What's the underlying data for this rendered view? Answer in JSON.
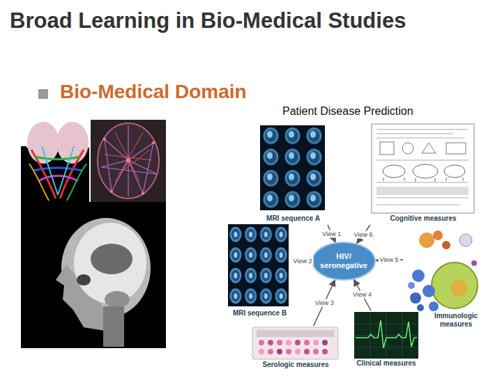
{
  "diagram": {
    "title": "Broad Learning in Bio-Medical Studies",
    "nodes": [
      {
        "text": [
          "MRI sequence A"
        ]
      },
      {
        "text": [
          "Cognitive measures"
        ]
      },
      {
        "text": [
          "MRI sequence B"
        ]
      },
      {
        "text": [
          "HIV/ seronegative"
        ]
      },
      {
        "text": [
          "Immunologic measures"
        ]
      },
      {
        "text": [
          "Serologic measures"
        ]
      },
      {
        "text": [
          "Clinical measures"
        ]
      }
    ],
    "edges": [
      {
        "from": 0,
        "to": 3,
        "label": "View 1",
        "arrow": "to"
      },
      {
        "from": 2,
        "to": 3,
        "label": "View 2",
        "arrow": "to"
      },
      {
        "from": 5,
        "to": 3,
        "label": "View 3",
        "arrow": "to"
      },
      {
        "from": 6,
        "to": 3,
        "label": "View 4",
        "arrow": "to"
      },
      {
        "from": 4,
        "to": 3,
        "label": "View 5",
        "arrow": "to"
      },
      {
        "from": 1,
        "to": 3,
        "label": "View 6",
        "arrow": "to"
      }
    ],
    "labels": [
      "Bio-Medical Domain",
      "Patient Disease Prediction"
    ]
  }
}
